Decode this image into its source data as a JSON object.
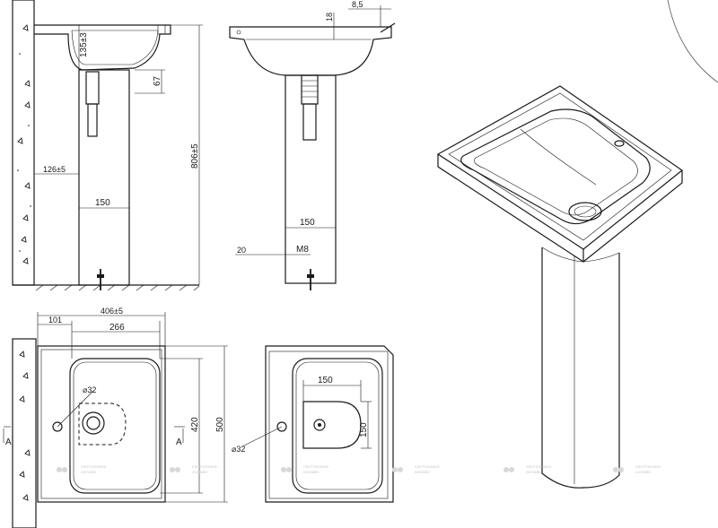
{
  "side_view": {
    "dim_depth": "135±3",
    "dim_drain": "67",
    "dim_height": "806±5",
    "dim_wall_offset": "126±5",
    "dim_pedestal_width": "150"
  },
  "front_view": {
    "dim_rim": "18",
    "dim_edge": "8,5",
    "dim_pedestal_width": "150",
    "dim_anchor_offset": "20",
    "dim_bolt": "M8"
  },
  "plan_view": {
    "dim_overall_width": "406±5",
    "dim_left_offset": "101",
    "dim_bowl_width": "266",
    "dim_hole": "⌀32",
    "dim_bowl_depth": "420",
    "dim_overall_depth": "500",
    "section_label": "A"
  },
  "bottom_view": {
    "dim_pedestal_w": "150",
    "dim_pedestal_d": "150",
    "dim_hole": "⌀32"
  },
  "watermark": {
    "line1": "сантехника-",
    "line2": "онлайн"
  },
  "colors": {
    "line": "#1a1a1a",
    "background": "#ffffff",
    "watermark": "#c9c9c9"
  }
}
